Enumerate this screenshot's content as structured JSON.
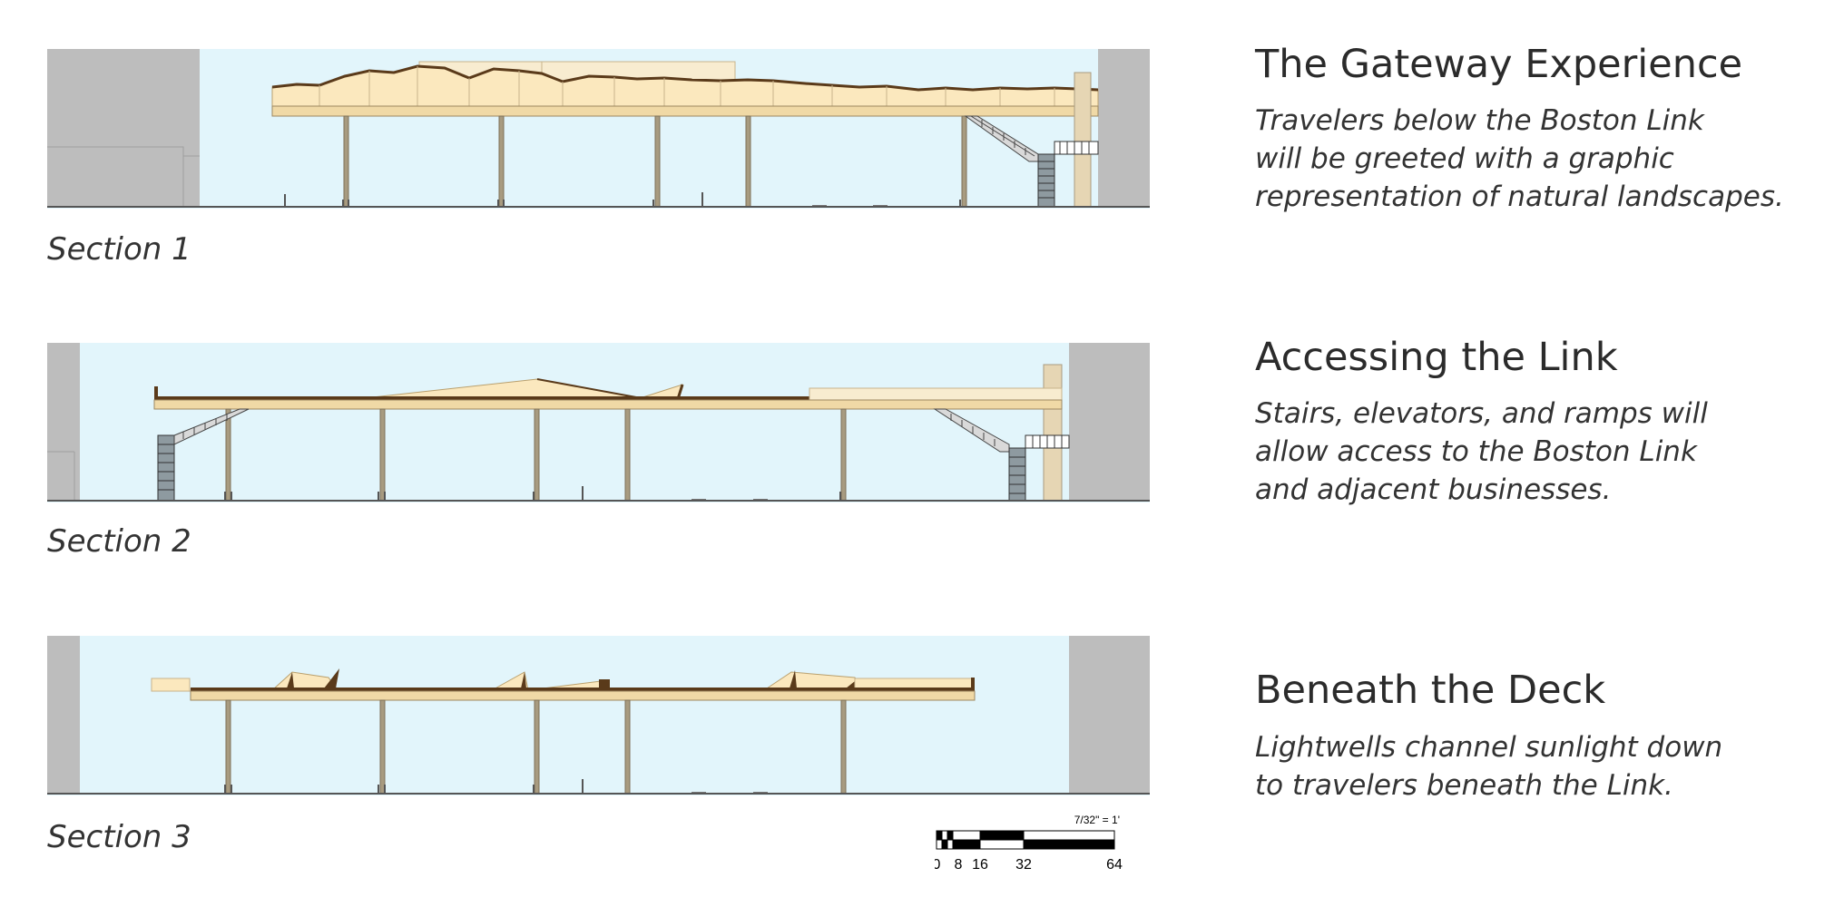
{
  "sections": [
    {
      "label": "Section 1",
      "heading": "The Gateway Experience",
      "description_lines": [
        "Travelers below the Boston Link",
        "will be greeted with a graphic",
        "representation of natural landscapes."
      ]
    },
    {
      "label": "Section 2",
      "heading": "Accessing the Link",
      "description_lines": [
        "Stairs, elevators, and ramps will",
        "allow access to the Boston Link",
        "and adjacent businesses."
      ]
    },
    {
      "label": "Section 3",
      "heading": "Beneath the Deck",
      "description_lines": [
        "Lightwells channel sunlight down",
        "to travelers beneath the Link."
      ]
    }
  ],
  "scale": {
    "ratio_label": "7/32\" = 1'",
    "ticks": [
      "0",
      "8",
      "16",
      "32",
      "64"
    ]
  },
  "colors": {
    "sky": "#e2f5fb",
    "building": "#bdbdbd",
    "deck": "#f0d9a6",
    "deck_light": "#f8ecd0",
    "column": "#a89b80",
    "roof": "#5a3a1a",
    "ground": "#555555"
  }
}
